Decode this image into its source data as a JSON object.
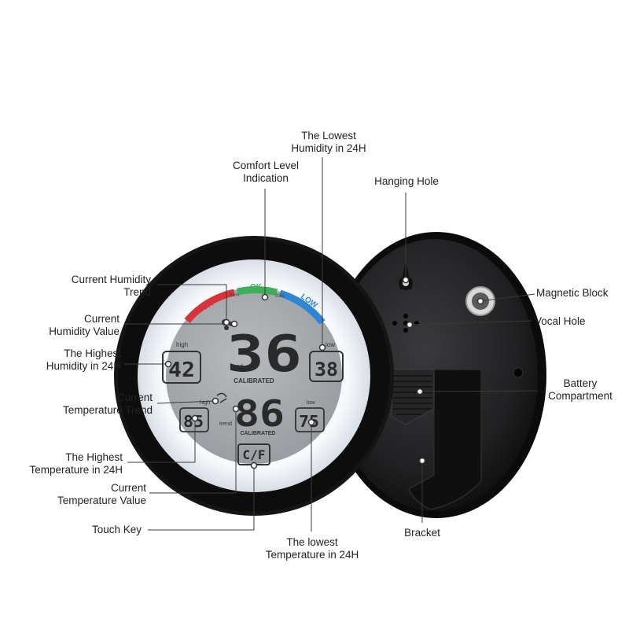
{
  "colors": {
    "background": "#ffffff",
    "device_body": "#141414",
    "bezel_white": "#eef2f7",
    "lcd": "#a9adb0",
    "gauge_high": "#d8333b",
    "gauge_ok": "#3fae5a",
    "gauge_low": "#2f86d4",
    "callout_line": "#3a3a3a"
  },
  "display": {
    "gauge_high": "HIGH",
    "gauge_ok": "OK",
    "gauge_low": "LOW",
    "gauge_pct_left": "55%",
    "gauge_pct_right": "30%",
    "humidity_value": "36",
    "humidity_low_label": "low",
    "humidity_low_value": "38",
    "humidity_high_label": "high",
    "humidity_high_value": "42",
    "humidity_trend_word": "trend",
    "calibrated_top": "CALIBRATED",
    "temperature_value": "86",
    "temp_high_label": "high",
    "temp_high_value": "85",
    "temp_low_label": "low",
    "temp_low_value": "75",
    "temp_trend_word": "trend",
    "calibrated_bottom": "CALIBRATED",
    "touch_key": "C/F"
  },
  "callouts": {
    "lowest_humidity": [
      "The Lowest",
      "Humidity in 24H"
    ],
    "comfort_level": [
      "Comfort Level",
      "Indication"
    ],
    "hanging_hole": [
      "Hanging Hole"
    ],
    "current_humidity_trend": [
      "Current Humidity",
      "Trend"
    ],
    "magnetic_block": [
      "Magnetic Block"
    ],
    "current_humidity_value": [
      "Current",
      "Humidity Value"
    ],
    "vocal_hole": [
      "Vocal Hole"
    ],
    "highest_humidity": [
      "The Highest",
      "Humidity in 24H"
    ],
    "battery_compartment": [
      "Battery",
      "Compartment"
    ],
    "current_temperature_trend": [
      "Current",
      "Temperature Trend"
    ],
    "highest_temperature": [
      "The Highest",
      "Temperature in 24H"
    ],
    "current_temperature_value": [
      "Current",
      "Temperature Value"
    ],
    "touch_key": [
      "Touch Key"
    ],
    "lowest_temperature": [
      "The lowest",
      "Temperature in 24H"
    ],
    "bracket": [
      "Bracket"
    ]
  }
}
